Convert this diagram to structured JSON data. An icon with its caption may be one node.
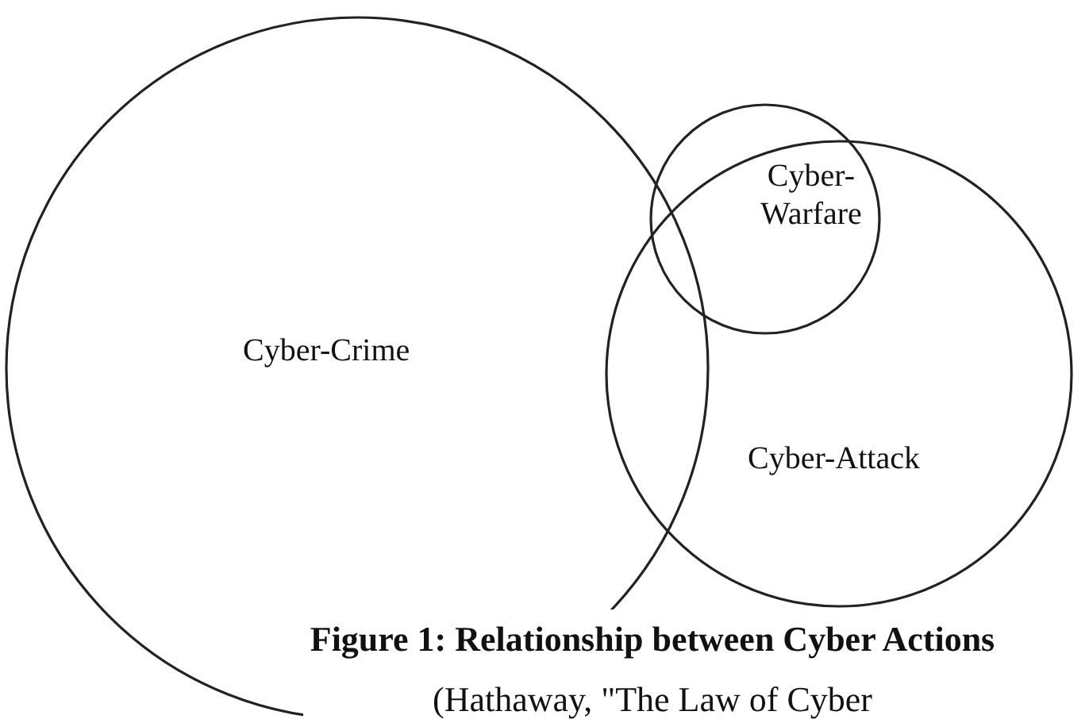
{
  "diagram": {
    "caption": "**Figure 1: Relationship between Cyber Actions** (Hathaway, \"The Law of Cyber",
    "nodes": [
      {
        "text": [
          "Cyber-Crime"
        ]
      },
      {
        "text": [
          "Cyber-Attack"
        ]
      },
      {
        "text": [
          "Cyber- Warfare"
        ]
      }
    ]
  }
}
